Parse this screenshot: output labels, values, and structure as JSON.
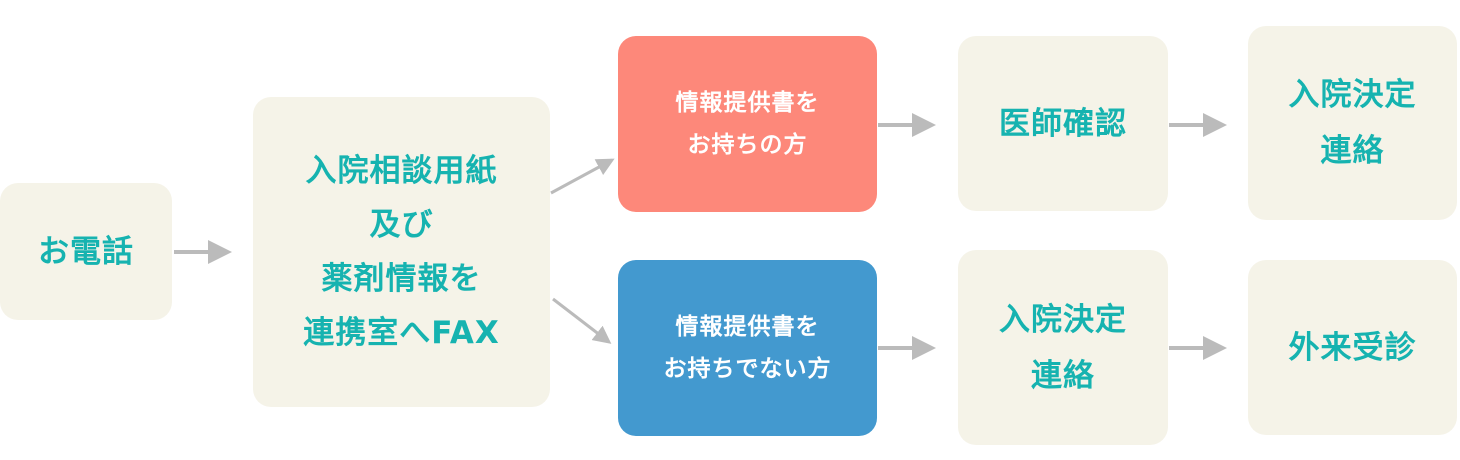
{
  "flowchart": {
    "nodes": [
      {
        "id": "phone",
        "label": "お電話"
      },
      {
        "id": "fax",
        "label": "入院相談用紙\n及び\n薬剤情報を\n連携室へFAX"
      },
      {
        "id": "with_info",
        "label": "情報提供書を\nお持ちの方"
      },
      {
        "id": "without_info",
        "label": "情報提供書を\nお持ちでない方"
      },
      {
        "id": "doctor_check",
        "label": "医師確認"
      },
      {
        "id": "admission_notice_top",
        "label": "入院決定\n連絡"
      },
      {
        "id": "admission_notice_bottom",
        "label": "入院決定\n連絡"
      },
      {
        "id": "outpatient",
        "label": "外来受診"
      }
    ],
    "edges": [
      {
        "from": "phone",
        "to": "fax"
      },
      {
        "from": "fax",
        "to": "with_info"
      },
      {
        "from": "fax",
        "to": "without_info"
      },
      {
        "from": "with_info",
        "to": "doctor_check"
      },
      {
        "from": "doctor_check",
        "to": "admission_notice_top"
      },
      {
        "from": "without_info",
        "to": "admission_notice_bottom"
      },
      {
        "from": "admission_notice_bottom",
        "to": "outpatient"
      }
    ],
    "colors": {
      "box_fill": "#f5f3e8",
      "text_accent": "#16b3b0",
      "with_info_fill": "#fd887a",
      "without_info_fill": "#4399cf",
      "arrow": "#bbbbbb"
    }
  }
}
